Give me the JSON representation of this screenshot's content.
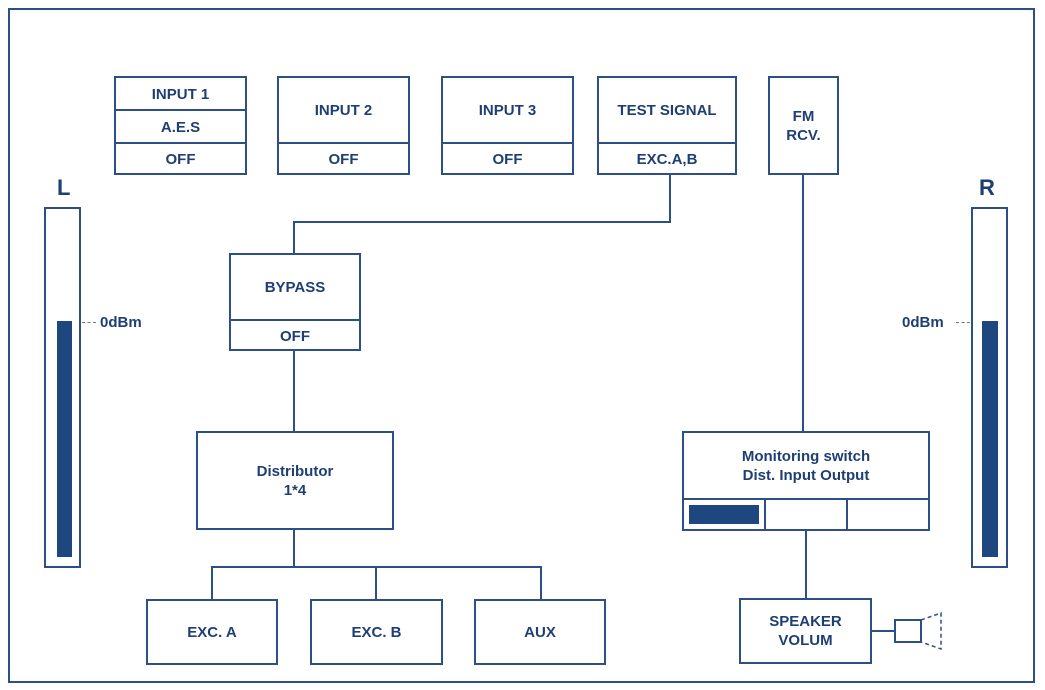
{
  "inputs": [
    {
      "lines": [
        "INPUT 1",
        "A.E.S"
      ],
      "status": "OFF"
    },
    {
      "title": "INPUT 2",
      "status": "OFF"
    },
    {
      "title": "INPUT 3",
      "status": "OFF"
    },
    {
      "title": "TEST SIGNAL",
      "status": "EXC.A,B"
    },
    {
      "title": "FM\nRCV."
    }
  ],
  "bypass": {
    "title": "BYPASS",
    "status": "OFF"
  },
  "distributor": {
    "title": "Distributor\n1*4"
  },
  "outputs": [
    "EXC. A",
    "EXC. B",
    "AUX"
  ],
  "monitor": {
    "title": "Monitoring switch\nDist. Input Output",
    "selected_index": 0,
    "segments": 3
  },
  "speaker": {
    "title": "SPEAKER\nVOLUM"
  },
  "meters": {
    "left": {
      "label": "L",
      "ref": "0dBm"
    },
    "right": {
      "label": "R",
      "ref": "0dBm"
    }
  },
  "colors": {
    "line": "#2d4f86",
    "text": "#1f3f74",
    "fill": "#1e467f"
  }
}
